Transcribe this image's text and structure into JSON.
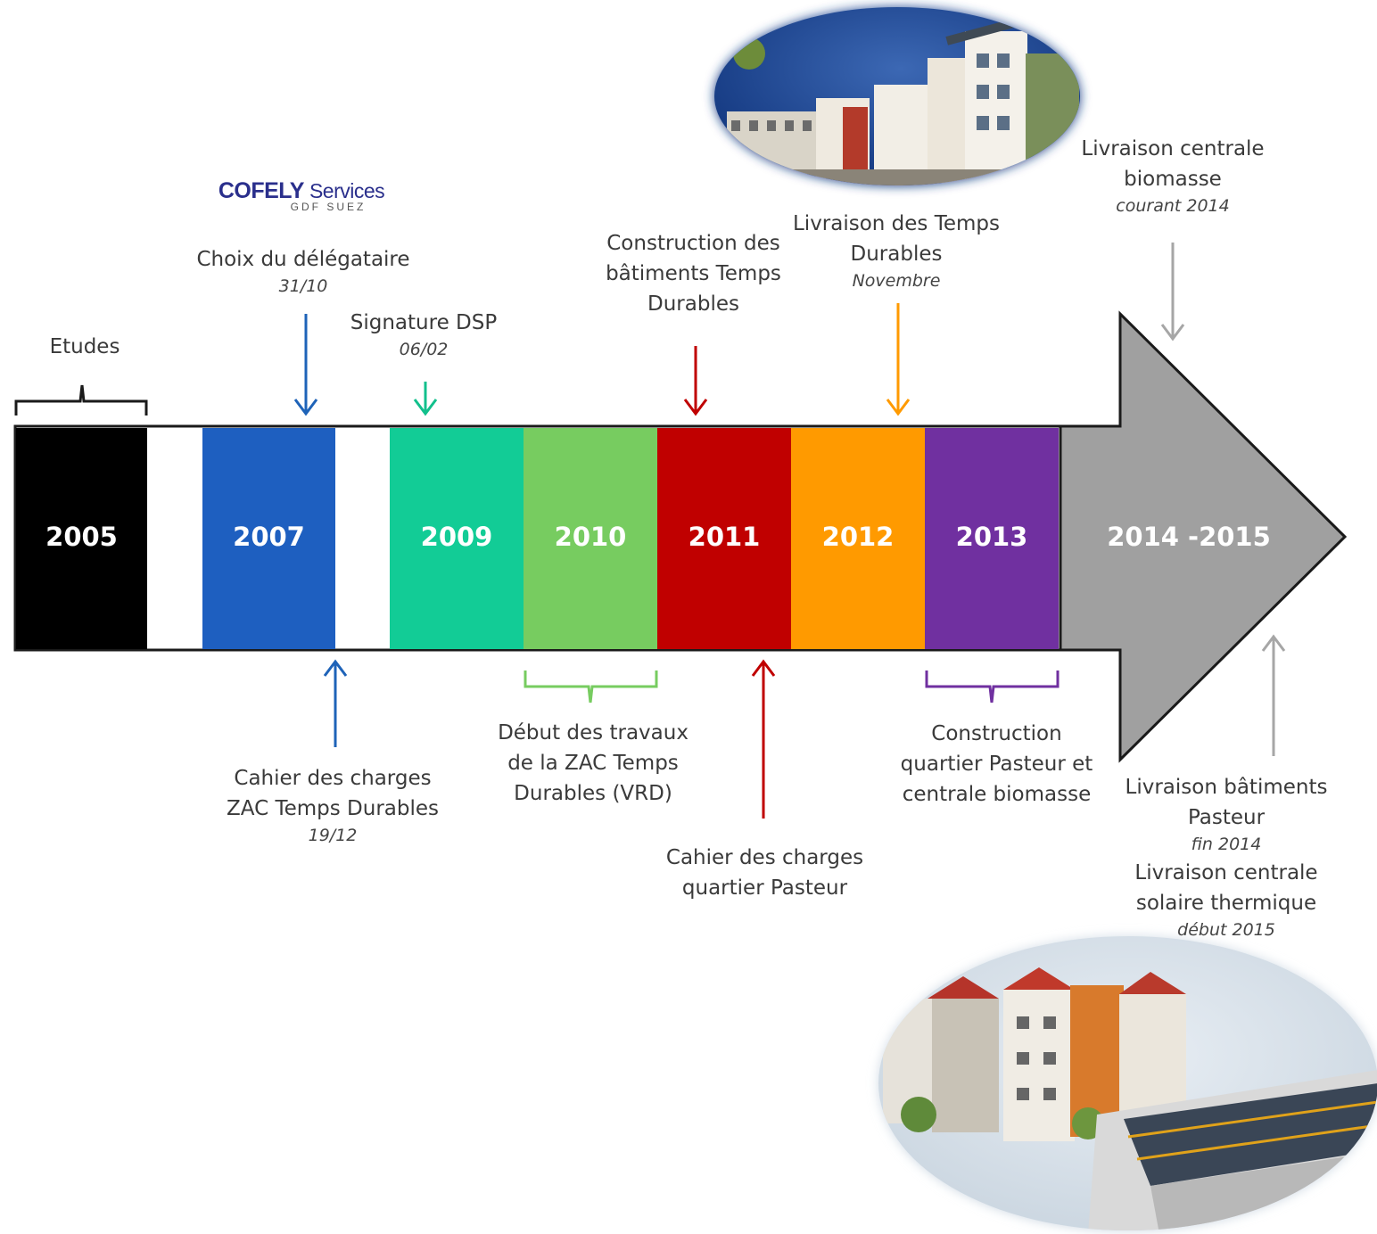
{
  "logo": {
    "brand": "COFELY",
    "brand_suffix": "Services",
    "tagline": "GDF SUEZ"
  },
  "years": [
    {
      "label": "2005",
      "color": "#000000"
    },
    {
      "label": "2007",
      "color": "#1e5fc0"
    },
    {
      "label": "2009",
      "color": "#12cc96"
    },
    {
      "label": "2010",
      "color": "#77cc60"
    },
    {
      "label": "2011",
      "color": "#c00000"
    },
    {
      "label": "2012",
      "color": "#ff9a00"
    },
    {
      "label": "2013",
      "color": "#7030a0"
    },
    {
      "label": "2014 -2015",
      "color": "#a0a0a0"
    }
  ],
  "events_top": {
    "etudes": {
      "text": "Etudes"
    },
    "choix": {
      "lines": [
        "Choix du délégataire"
      ],
      "date": "31/10"
    },
    "signature": {
      "lines": [
        "Signature DSP"
      ],
      "date": "06/02"
    },
    "construction_batiments": {
      "lines": [
        "Construction des",
        "bâtiments Temps",
        "Durables"
      ]
    },
    "livraison_temps": {
      "lines": [
        "Livraison des Temps",
        "Durables"
      ],
      "date": "Novembre"
    },
    "livraison_biomasse": {
      "lines": [
        "Livraison centrale",
        "biomasse"
      ],
      "date": "courant 2014"
    }
  },
  "events_bottom": {
    "cahier_zac": {
      "lines": [
        "Cahier des charges",
        "ZAC Temps Durables"
      ],
      "date": "19/12"
    },
    "debut_travaux": {
      "lines": [
        "Début des travaux",
        "de la ZAC Temps",
        "Durables (VRD)"
      ]
    },
    "cahier_pasteur": {
      "lines": [
        "Cahier des charges",
        "quartier Pasteur"
      ]
    },
    "construction_pasteur": {
      "lines": [
        "Construction",
        "quartier Pasteur et",
        "centrale biomasse"
      ]
    },
    "livraison_pasteur": {
      "lines": [
        "Livraison bâtiments",
        "Pasteur"
      ],
      "date": "fin 2014"
    },
    "livraison_solaire": {
      "lines": [
        "Livraison centrale",
        "solaire thermique"
      ],
      "date": "début 2015"
    }
  }
}
